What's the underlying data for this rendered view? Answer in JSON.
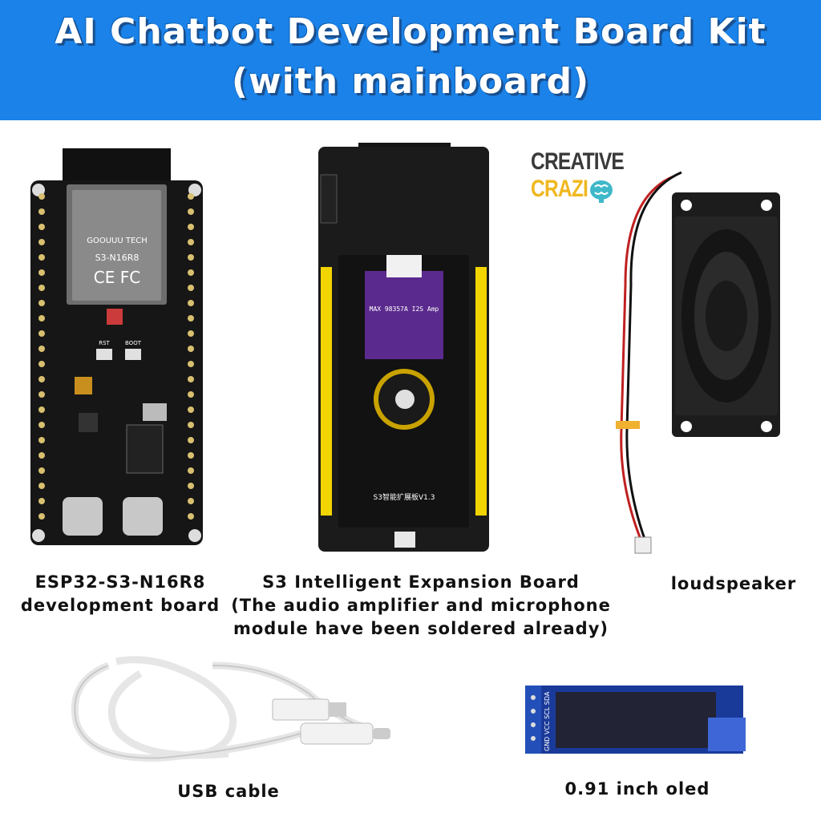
{
  "banner": {
    "title_line1": "AI Chatbot Development Board Kit",
    "title_line2": "(with mainboard)",
    "color": "#1a82e8"
  },
  "logo": {
    "line1": "CREATIVE",
    "line2": "CRAZI",
    "icon": "brain-icon"
  },
  "products": {
    "dev_board": {
      "caption_line1": "ESP32-S3-N16R8",
      "caption_line2": "development board",
      "chip_brand": "GOOUUU TECH",
      "chip_model": "S3-N16R8",
      "chip_marks": "CE FC",
      "button1": "RST",
      "button2": "BOOT"
    },
    "expansion_board": {
      "caption_line1": "S3 Intelligent Expansion Board",
      "caption_line2": "(The audio amplifier and microphone",
      "caption_line3": "module have been soldered already)",
      "amp_label": "MAX 98357A I2S Amp",
      "board_label": "S3智能扩展板V1.3"
    },
    "speaker": {
      "caption": "loudspeaker"
    },
    "usb_cable": {
      "caption": "USB cable"
    },
    "oled": {
      "caption": "0.91 inch oled",
      "pins": "GND VCC SCL SDA"
    }
  }
}
